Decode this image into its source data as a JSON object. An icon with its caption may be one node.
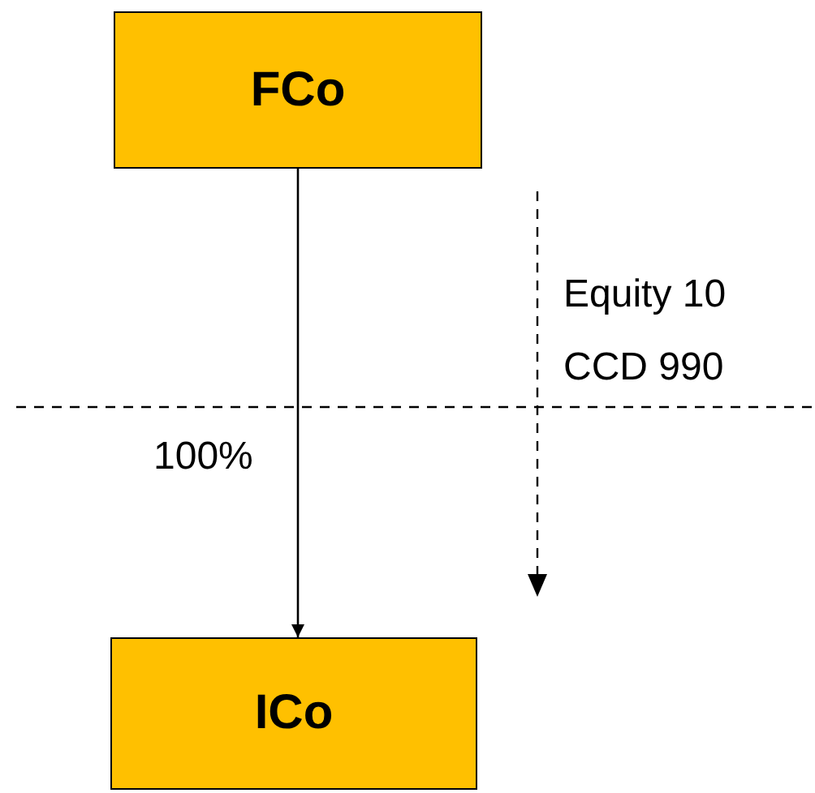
{
  "diagram": {
    "nodes": [
      {
        "text": [
          "FCo"
        ]
      },
      {
        "text": [
          "ICo"
        ]
      }
    ],
    "edges": [
      {
        "from": 0,
        "to": 1,
        "arrow": "to",
        "label": "100%"
      }
    ],
    "labels": [
      "Equity 10",
      "CCD 990"
    ]
  }
}
